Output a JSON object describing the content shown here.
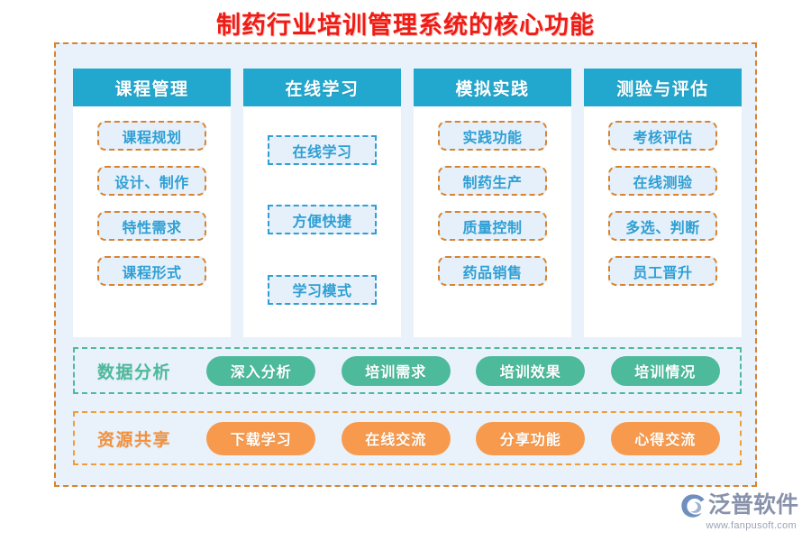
{
  "title": "制药行业培训管理系统的核心功能",
  "colors": {
    "title_red": "#ee1c16",
    "header_cyan": "#22a7ce",
    "chip_blue_text": "#2f9fd4",
    "chip_fill": "#e5f0fa",
    "dash_orange": "#d9832f",
    "band_green": "#4dba9b",
    "band_orange": "#f4913c",
    "pill_green": "#4dba9b",
    "pill_orange": "#f79a4d",
    "panel_bg": "#e9f2fb"
  },
  "columns": [
    {
      "header": "课程管理",
      "style": "orange-dash",
      "items": [
        "课程规划",
        "设计、制作",
        "特性需求",
        "课程形式"
      ]
    },
    {
      "header": "在线学习",
      "style": "blue-dash",
      "items": [
        "在线学习",
        "方便快捷",
        "学习模式"
      ]
    },
    {
      "header": "模拟实践",
      "style": "orange-dash",
      "items": [
        "实践功能",
        "制药生产",
        "质量控制",
        "药品销售"
      ]
    },
    {
      "header": "测验与评估",
      "style": "orange-dash",
      "items": [
        "考核评估",
        "在线测验",
        "多选、判断",
        "员工晋升"
      ]
    }
  ],
  "bands": [
    {
      "label": "数据分析",
      "color": "green",
      "items": [
        "深入分析",
        "培训需求",
        "培训效果",
        "培训情况"
      ]
    },
    {
      "label": "资源共享",
      "color": "orange",
      "items": [
        "下载学习",
        "在线交流",
        "分享功能",
        "心得交流"
      ]
    }
  ],
  "logo": {
    "name": "泛普软件",
    "url": "www.fanpusoft.com",
    "mark": "fanpu-swirl-icon"
  }
}
